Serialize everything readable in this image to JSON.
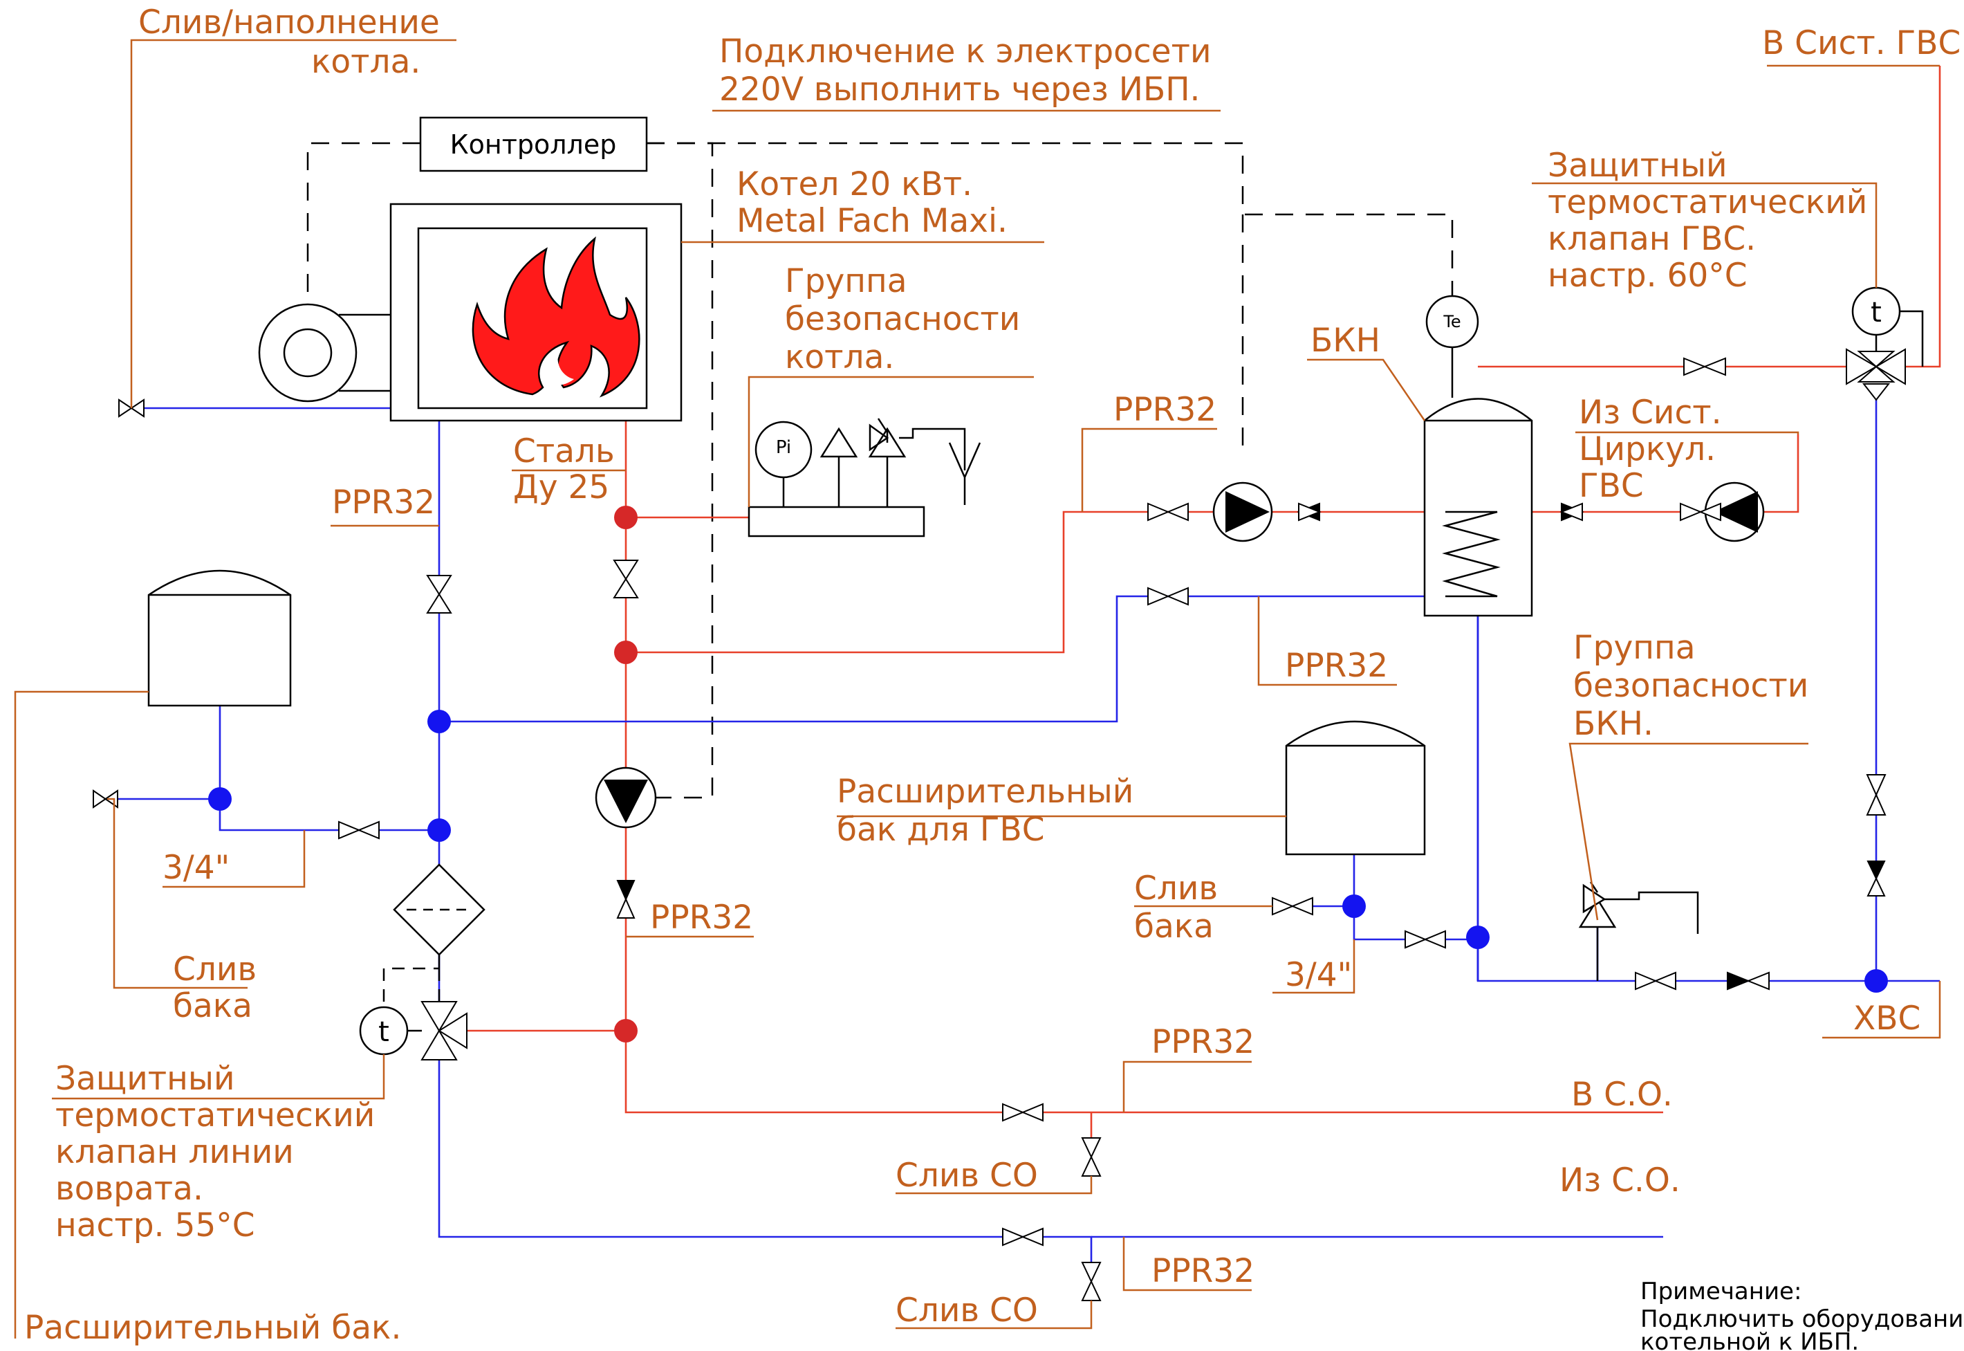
{
  "labels": {
    "drain_fill_boiler_1": "Слив/наполнение",
    "drain_fill_boiler_2": "котла.",
    "power_note_1": "Подключение к электросети",
    "power_note_2": "220V выполнить через ИБП.",
    "controller": "Контроллер",
    "boiler_1": "Котел 20 кВт.",
    "boiler_2": "Metal Fach Maxi.",
    "safety_group_boiler_1": "Группа",
    "safety_group_boiler_2": "безопасности",
    "safety_group_boiler_3": "котла.",
    "steel_1": "Сталь",
    "steel_2": "Ду 25",
    "ppr_left": "PPR32",
    "ppr_pump_dhw": "PPR32",
    "ppr_return_bkn": "PPR32",
    "ppr_pump_main": "PPR32",
    "ppr_supply_co": "PPR32",
    "ppr_return_co": "PPR32",
    "pi_gauge": "Pi",
    "te_sensor": "Te",
    "bkn": "БКН",
    "thermo_valve_dhw_1": "Защитный",
    "thermo_valve_dhw_2": "термостатический",
    "thermo_valve_dhw_3": "клапан ГВС.",
    "thermo_valve_dhw_4": "настр. 60°С",
    "to_dhw": "В Сист. ГВС",
    "dhw_circ_1": "Из Сист.",
    "dhw_circ_2": "Циркул.",
    "dhw_circ_3": "ГВС",
    "safety_group_bkn_1": "Группа",
    "safety_group_bkn_2": "безопасности",
    "safety_group_bkn_3": "БКН.",
    "exp_tank_dhw_1": "Расширительный",
    "exp_tank_dhw_2": "бак для ГВС",
    "drain_tank_right_1": "Слив",
    "drain_tank_right_2": "бака",
    "size_right": "3/4\"",
    "size_left": "3/4\"",
    "drain_tank_left_1": "Слив",
    "drain_tank_left_2": "бака",
    "thermo_valve_return_1": "Защитный",
    "thermo_valve_return_2": "термостатический",
    "thermo_valve_return_3": "клапан линии",
    "thermo_valve_return_4": "воврата.",
    "thermo_valve_return_5": "настр. 55°С",
    "cold_water": "ХВС",
    "to_co": "В С.О.",
    "from_co": "Из С.О.",
    "drain_co_1": "Слив СО",
    "drain_co_2": "Слив СО",
    "exp_tank_main": "Расширительный бак.",
    "note_title": "Примечание:",
    "note_line_1": "Подключить оборудование",
    "note_line_2": "котельной к ИБП.",
    "thermo_symbol": "t"
  },
  "colors": {
    "label": "#c2601e",
    "hot_pipe": "#e8402a",
    "cold_pipe": "#2424e8",
    "flame": "#ff1a1a"
  }
}
